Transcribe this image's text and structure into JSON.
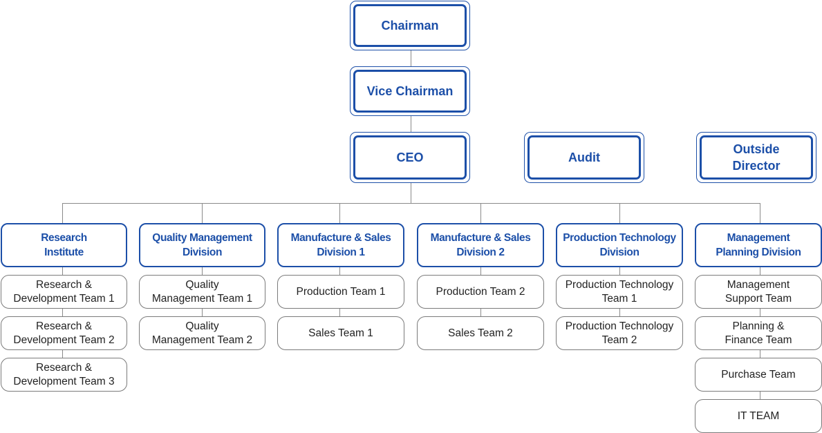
{
  "colors": {
    "accent": "#1c4fa8",
    "team_border": "#7a7a7a",
    "connector": "#8a8a8a",
    "text": "#222222"
  },
  "executives": {
    "chairman": "Chairman",
    "vice_chairman": "Vice Chairman",
    "ceo": "CEO",
    "audit": "Audit",
    "outside_director": "Outside\nDirector"
  },
  "divisions": [
    {
      "label": "Research\nInstitute",
      "teams": [
        "Research &\nDevelopment Team 1",
        "Research &\nDevelopment Team 2",
        "Research &\nDevelopment Team 3"
      ]
    },
    {
      "label": "Quality Management\nDivision",
      "teams": [
        "Quality\nManagement Team 1",
        "Quality\nManagement Team 2"
      ]
    },
    {
      "label": "Manufacture & Sales\nDivision 1",
      "teams": [
        "Production Team 1",
        "Sales Team 1"
      ]
    },
    {
      "label": "Manufacture & Sales\nDivision 2",
      "teams": [
        "Production Team 2",
        "Sales Team 2"
      ]
    },
    {
      "label": "Production Technology\nDivision",
      "teams": [
        "Production Technology\nTeam 1",
        "Production Technology\nTeam 2"
      ]
    },
    {
      "label": "Management\nPlanning Division",
      "teams": [
        "Management\nSupport Team",
        "Planning &\nFinance Team",
        "Purchase Team",
        "IT TEAM"
      ]
    }
  ]
}
